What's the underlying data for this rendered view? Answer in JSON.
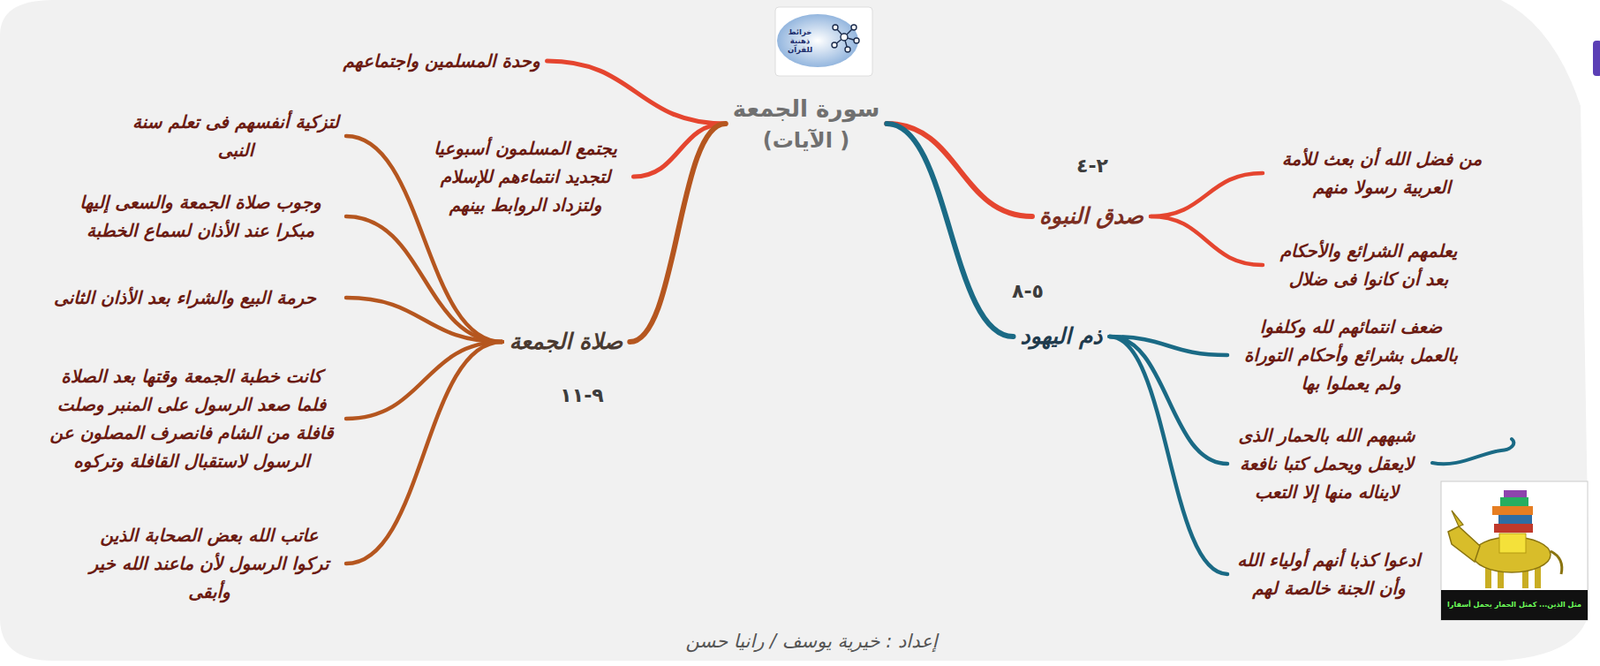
{
  "diagram": {
    "caption": "إعداد : خيرية يوسف / رانيا حسن",
    "nodes": [
      {
        "text": [
          "سورة الجمعة",
          "( الآيات)"
        ]
      },
      {
        "text": [
          "صدق النبوة"
        ]
      },
      {
        "text": [
          "من فضل الله أن بعث للأمة العربية رسولا منهم"
        ]
      },
      {
        "text": [
          "يعلمهم الشرائع والأحكام بعد أن كانوا فى ضلال"
        ]
      },
      {
        "text": [
          "ذم اليهود"
        ]
      },
      {
        "text": [
          "ضعف انتمائهم لله وكلفوا بالعمل بشرائع وأحكام التوراة ولم يعملوا بها"
        ]
      },
      {
        "text": [
          "شبههم الله بالحمار الذى لايعقل ويحمل كتبا نافعة لايناله منها إلا التعب"
        ]
      },
      {
        "text": [
          "ادعوا كذبا أنهم أولياء الله وأن الجنة خالصة لهم"
        ]
      },
      {
        "text": [
          "وحدة المسلمين واجتماعهم"
        ]
      },
      {
        "text": [
          "يجتمع المسلمون أسبوعيا لتجديد انتماءهم للإسلام ولتزداد الروابط بينهم"
        ]
      },
      {
        "text": [
          "صلاة الجمعة"
        ]
      },
      {
        "text": [
          "لتزكية أنفسهم فى تعلم سنة النبى"
        ]
      },
      {
        "text": [
          "وجوب صلاة الجمعة والسعى إليها مبكرا عند الأذان لسماع الخطبة"
        ]
      },
      {
        "text": [
          "حرمة البيع والشراء بعد الأذان الثانى"
        ]
      },
      {
        "text": [
          "كانت خطبة الجمعة وقتها بعد الصلاة فلما صعد الرسول على المنبر وصلت قافلة من الشام فانصرف المصلون عن الرسول لاستقبال القافلة وتركوه"
        ]
      },
      {
        "text": [
          "عاتب الله بعض الصحابة الذين تركوا الرسول لأن ماعند الله خير وأبقى"
        ]
      }
    ],
    "edges": [
      {
        "from": 0,
        "to": 1,
        "arrow": "none"
      },
      {
        "from": 1,
        "to": 2,
        "arrow": "none"
      },
      {
        "from": 1,
        "to": 3,
        "arrow": "none"
      },
      {
        "from": 0,
        "to": 4,
        "arrow": "none"
      },
      {
        "from": 4,
        "to": 5,
        "arrow": "none"
      },
      {
        "from": 4,
        "to": 6,
        "arrow": "none"
      },
      {
        "from": 4,
        "to": 7,
        "arrow": "none"
      },
      {
        "from": 0,
        "to": 8,
        "arrow": "none"
      },
      {
        "from": 0,
        "to": 9,
        "arrow": "none"
      },
      {
        "from": 0,
        "to": 10,
        "arrow": "none"
      },
      {
        "from": 10,
        "to": 11,
        "arrow": "none"
      },
      {
        "from": 10,
        "to": 12,
        "arrow": "none"
      },
      {
        "from": 10,
        "to": 13,
        "arrow": "none"
      },
      {
        "from": 10,
        "to": 14,
        "arrow": "none"
      },
      {
        "from": 10,
        "to": 15,
        "arrow": "none"
      }
    ],
    "labels": [
      "خرائط ذهنية للقرآن",
      "٢-٤",
      "٥-٨",
      "٩-١١",
      "مثل الذين... كمثل الحمار يحمل أسفارا"
    ]
  }
}
